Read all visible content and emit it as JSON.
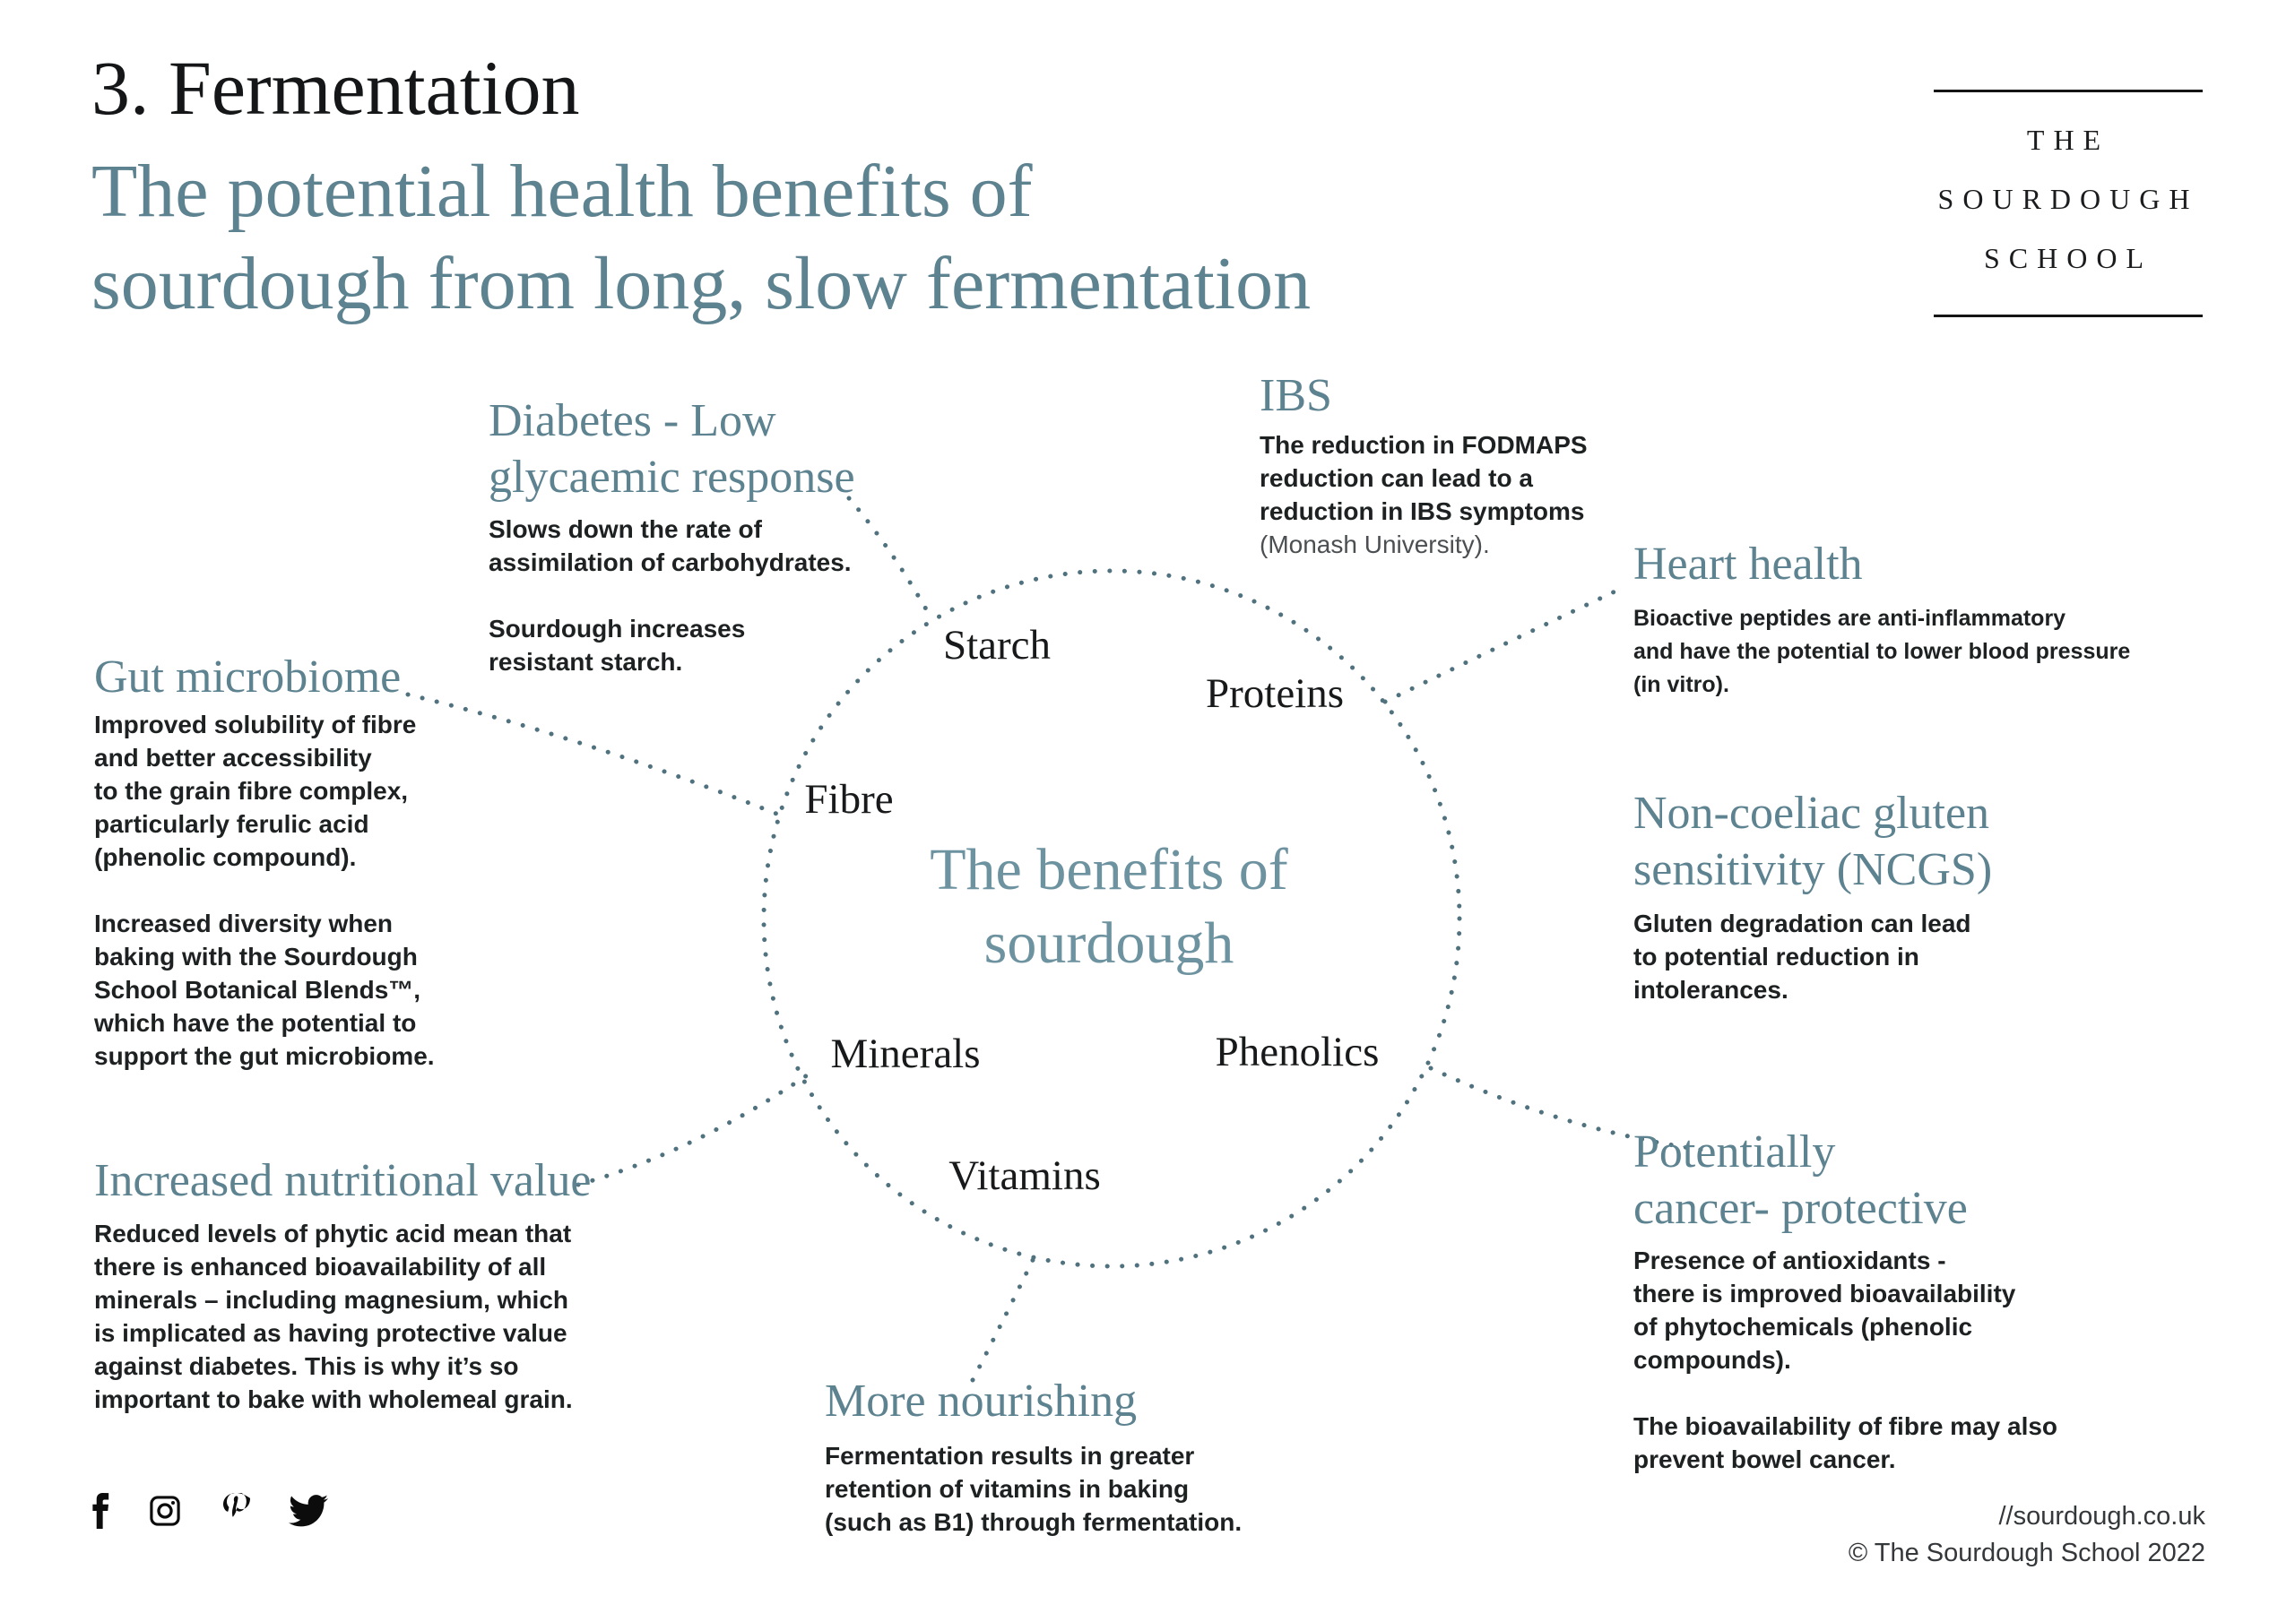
{
  "colors": {
    "accent": "#5d8290",
    "center_text": "#6e93a0",
    "dots": "#50727f",
    "ink": "#141617",
    "body": "#1e2122",
    "muted": "#4b4f52"
  },
  "header": {
    "title": "3. Fermentation",
    "subtitle_line1": "The potential health benefits of",
    "subtitle_line2": "sourdough from long, slow fermentation"
  },
  "logo": {
    "line1": "THE",
    "line2": "SOURDOUGH",
    "line3": "SCHOOL"
  },
  "circle": {
    "title_line1": "The benefits of",
    "title_line2": "sourdough",
    "nodes": [
      "Starch",
      "Proteins",
      "Fibre",
      "Minerals",
      "Phenolics",
      "Vitamins"
    ]
  },
  "sections": {
    "diabetes": {
      "heading_line1": "Diabetes - Low",
      "heading_line2": "glycaemic response",
      "body": [
        "Slows down the rate of",
        "assimilation of carbohydrates.",
        "",
        "Sourdough increases",
        "resistant starch."
      ]
    },
    "ibs": {
      "heading": "IBS",
      "body": [
        "The reduction in FODMAPS",
        "reduction can lead to a",
        "reduction in IBS symptoms"
      ],
      "note": "(Monash University)."
    },
    "heart": {
      "heading": "Heart health",
      "body": [
        "Bioactive peptides are anti-inflammatory",
        "and have the potential to lower blood pressure",
        "(in vitro)."
      ]
    },
    "ncgs": {
      "heading_line1": "Non-coeliac gluten",
      "heading_line2": "sensitivity (NCGS)",
      "body": [
        "Gluten degradation can lead",
        "to potential reduction in",
        "intolerances."
      ]
    },
    "gut": {
      "heading": "Gut microbiome",
      "body": [
        "Improved solubility of fibre",
        "and better accessibility",
        "to the grain fibre complex,",
        "particularly ferulic acid",
        "(phenolic compound).",
        "",
        "Increased diversity when",
        "baking with the Sourdough",
        "School Botanical Blends™,",
        "which have the potential to",
        "support the gut microbiome."
      ]
    },
    "nutrition": {
      "heading": "Increased nutritional value",
      "body": [
        "Reduced levels of phytic acid mean that",
        "there is enhanced bioavailability of all",
        "minerals – including magnesium, which",
        "is implicated as having protective value",
        "against diabetes. This is why it’s so",
        "important to bake with wholemeal grain."
      ]
    },
    "nourish": {
      "heading": "More nourishing",
      "body": [
        "Fermentation results in greater",
        "retention of vitamins in baking",
        "(such as B1) through fermentation."
      ]
    },
    "cancer": {
      "heading_line1": "Potentially",
      "heading_line2": "cancer- protective",
      "body": [
        "Presence of antioxidants -",
        "there is improved bioavailability",
        "of phytochemicals (phenolic",
        "compounds).",
        "",
        "The bioavailability of fibre may also",
        "prevent bowel cancer."
      ]
    }
  },
  "footer": {
    "social_icons": [
      "facebook-icon",
      "instagram-icon",
      "pinterest-icon",
      "twitter-icon"
    ],
    "website": "//sourdough.co.uk",
    "copyright": "© The Sourdough School 2022"
  }
}
